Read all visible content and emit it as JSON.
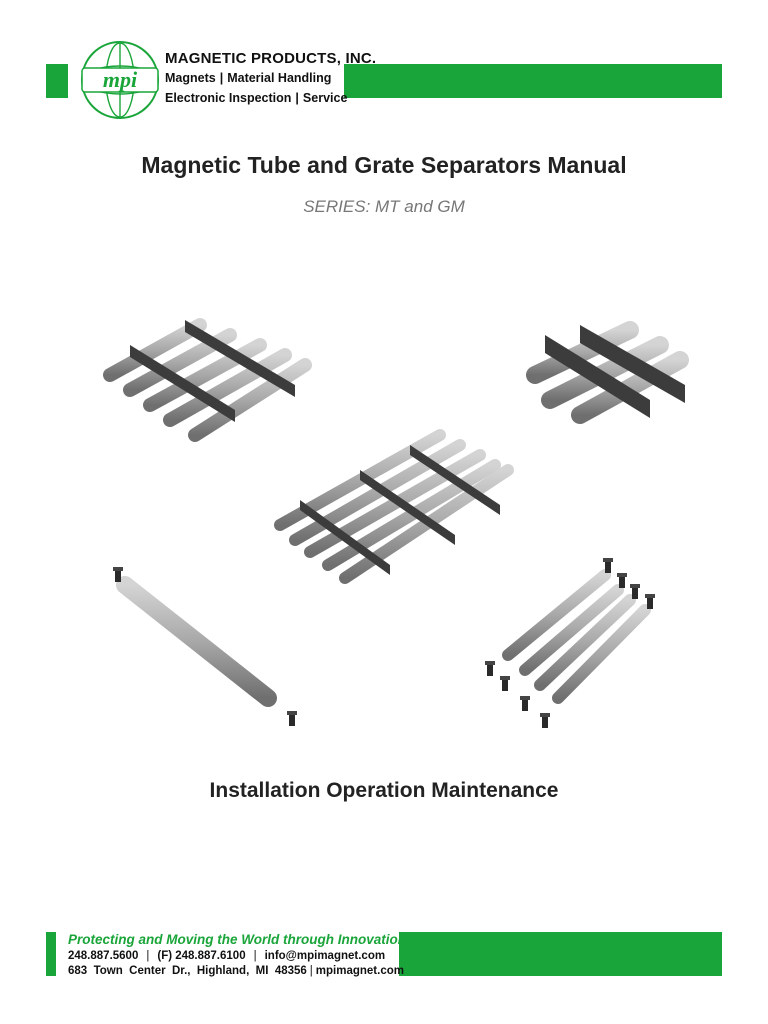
{
  "header": {
    "logo_text": "mpi",
    "company_name": "MAGNETIC PRODUCTS, INC.",
    "tagline_1a": "Magnets",
    "tagline_1b": "Material Handling",
    "tagline_2a": "Electronic Inspection",
    "tagline_2b": "Service",
    "separator": "|"
  },
  "title": "Magnetic Tube and Grate Separators Manual",
  "subtitle": "SERIES: MT and GM",
  "section_title": "Installation Operation Maintenance",
  "footer": {
    "slogan": "Protecting and Moving the World through Innovation",
    "phone": "248.887.5600",
    "fax": "(F)  248.887.6100",
    "email": "info@mpimagnet.com",
    "address": "683  Town  Center  Dr.,  Highland,  MI  48356",
    "website": "mpimagnet.com"
  },
  "colors": {
    "brand_green": "#1aa53a",
    "text_dark": "#222222",
    "subtitle_gray": "#777777",
    "metal_gray": "#a8a8a8"
  }
}
